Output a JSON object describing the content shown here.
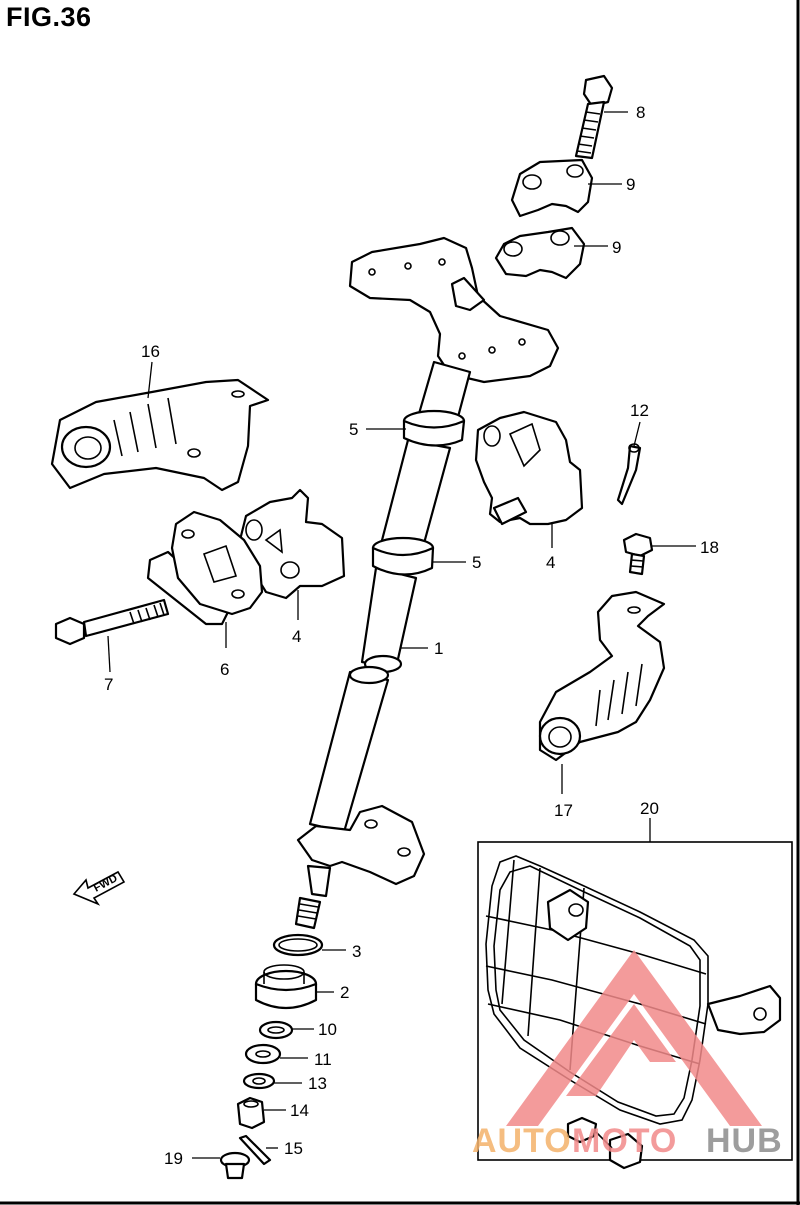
{
  "figure": {
    "title": "FIG.36"
  },
  "callouts": [
    {
      "id": "c1",
      "label": "1"
    },
    {
      "id": "c2",
      "label": "2"
    },
    {
      "id": "c3",
      "label": "3"
    },
    {
      "id": "c4a",
      "label": "4"
    },
    {
      "id": "c4b",
      "label": "4"
    },
    {
      "id": "c5a",
      "label": "5"
    },
    {
      "id": "c5b",
      "label": "5"
    },
    {
      "id": "c6",
      "label": "6"
    },
    {
      "id": "c7",
      "label": "7"
    },
    {
      "id": "c8",
      "label": "8"
    },
    {
      "id": "c9a",
      "label": "9"
    },
    {
      "id": "c9b",
      "label": "9"
    },
    {
      "id": "c10",
      "label": "10"
    },
    {
      "id": "c11",
      "label": "11"
    },
    {
      "id": "c12",
      "label": "12"
    },
    {
      "id": "c13",
      "label": "13"
    },
    {
      "id": "c14",
      "label": "14"
    },
    {
      "id": "c15",
      "label": "15"
    },
    {
      "id": "c16",
      "label": "16"
    },
    {
      "id": "c17",
      "label": "17"
    },
    {
      "id": "c18",
      "label": "18"
    },
    {
      "id": "c19",
      "label": "19"
    },
    {
      "id": "c20",
      "label": "20"
    }
  ],
  "direction_marker": {
    "label": "FWD"
  },
  "watermark": {
    "part1": "AUTO",
    "part2": "MOTO",
    "part3": "HUB",
    "color_primary": "#f28a8a",
    "color_accent": "#f4b26b",
    "color_dark": "#8c8c8c"
  }
}
